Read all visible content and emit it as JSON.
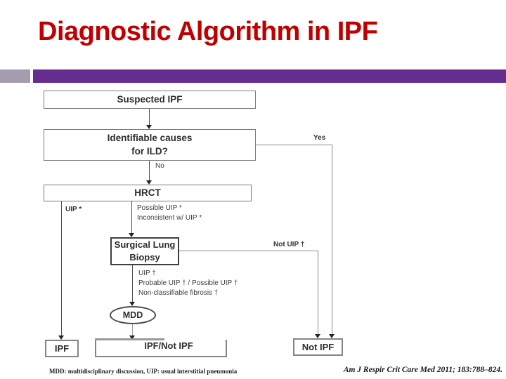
{
  "slide": {
    "title": "Diagnostic Algorithm in IPF",
    "title_color": "#C00000",
    "accent_bar_color": "#662D91",
    "accent_square_color": "#A59DAF"
  },
  "flowchart": {
    "nodes": {
      "suspected": "Suspected IPF",
      "identifiable": [
        "Identifiable causes",
        "for ILD?"
      ],
      "hrct": "HRCT",
      "slb": [
        "Surgical Lung",
        "Biopsy"
      ],
      "mdd": "MDD",
      "ipf": "IPF",
      "ipf_not_ipf": "IPF/Not IPF",
      "not_ipf": "Not IPF"
    },
    "edge_labels": {
      "yes": "Yes",
      "no": "No",
      "uip": "UIP *",
      "possible_uip": "Possible UIP *",
      "inconsistent": "Inconsistent w/ UIP *",
      "not_uip": "Not UIP †",
      "uip_dagger": "UIP †",
      "probable_possible": "Probable UIP † / Possible UIP †",
      "non_classifiable": "Non-classifiable fibrosis †"
    },
    "line_color": "#4f4f4f",
    "box_border_color": "#7a7a7a"
  },
  "footer": {
    "abbreviations": "MDD: multidisciplinary discussion, UIP: usual interstitial pneumonia",
    "citation": "Am J Respir Crit Care Med 2011; 183:788–824."
  }
}
